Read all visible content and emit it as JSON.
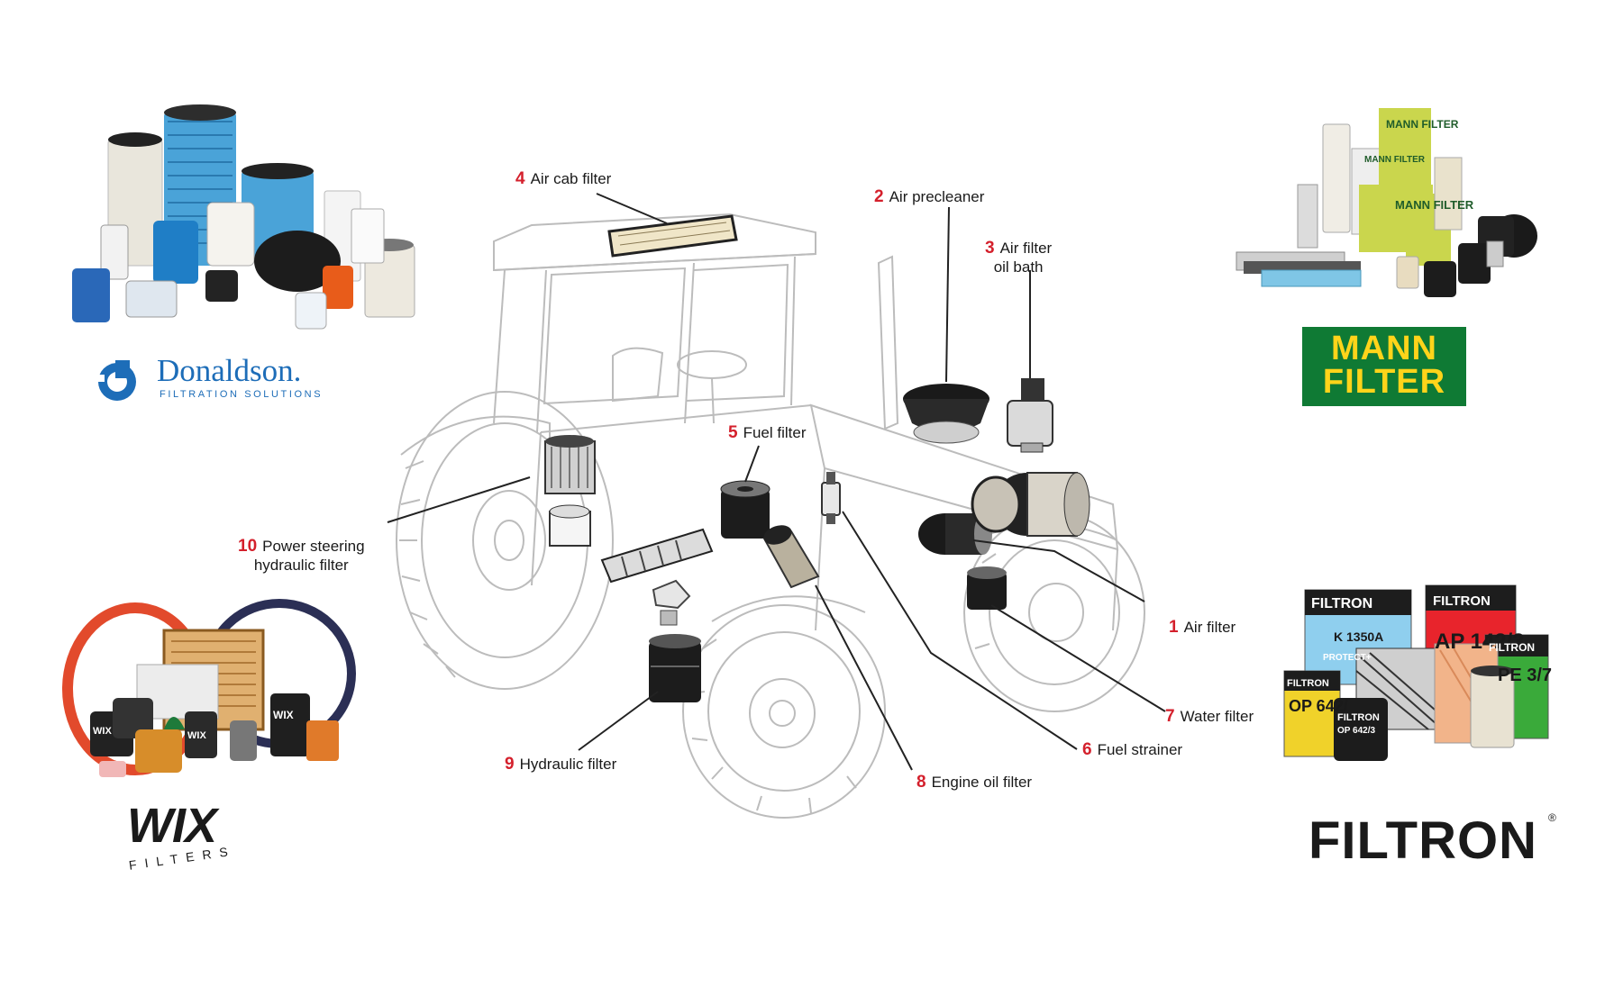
{
  "labels": [
    {
      "id": "air-cab-filter",
      "num": "4",
      "text": "Air cab filter",
      "sub": ""
    },
    {
      "id": "air-precleaner",
      "num": "2",
      "text": "Air precleaner",
      "sub": ""
    },
    {
      "id": "air-filter-oil-bath",
      "num": "3",
      "text": "Air filter",
      "sub": "oil bath"
    },
    {
      "id": "fuel-filter",
      "num": "5",
      "text": "Fuel filter",
      "sub": ""
    },
    {
      "id": "power-steering",
      "num": "10",
      "text": "Power steering",
      "sub": "hydraulic filter"
    },
    {
      "id": "air-filter",
      "num": "1",
      "text": "Air filter",
      "sub": ""
    },
    {
      "id": "water-filter",
      "num": "7",
      "text": "Water filter",
      "sub": ""
    },
    {
      "id": "fuel-strainer",
      "num": "6",
      "text": "Fuel strainer",
      "sub": ""
    },
    {
      "id": "hydraulic-filter",
      "num": "9",
      "text": "Hydraulic filter",
      "sub": ""
    },
    {
      "id": "engine-oil-filter",
      "num": "8",
      "text": "Engine oil filter",
      "sub": ""
    }
  ],
  "brands": {
    "donaldson": {
      "name": "Donaldson.",
      "tagline": "FILTRATION SOLUTIONS",
      "color": "#1d6db8"
    },
    "mann": {
      "line1": "MANN",
      "line2": "FILTER",
      "bg": "#0f7a34",
      "fg": "#ffd41a"
    },
    "wix": {
      "name": "WIX",
      "tagline": "FILTERS"
    },
    "filtron": {
      "name": "FILTRON",
      "reg": "®"
    }
  },
  "products": {
    "mann_boxes": [
      "MANN FILTER",
      "MANN FILTER",
      "MANN FILTER"
    ],
    "filtron_boxes": [
      "FILTRON",
      "K 1350A",
      "FILTRON",
      "AP 142/3",
      "FILTRON",
      "PE 3/7",
      "FILTRON",
      "OP 642/",
      "FILTRON",
      "OP 642/3",
      "PROTECT+"
    ],
    "wix_boxes": [
      "WIX",
      "WIX",
      "WIX"
    ]
  },
  "colors": {
    "accent_red": "#d4202c",
    "line": "#222222",
    "sketch": "#b9b9b9"
  }
}
